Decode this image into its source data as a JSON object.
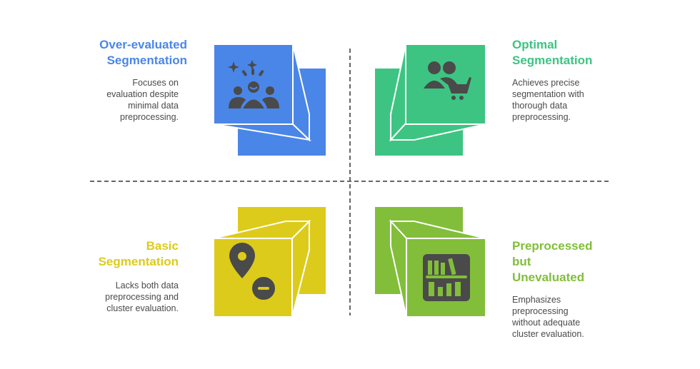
{
  "colors": {
    "blue": "#4A86E8",
    "green": "#3DC482",
    "yellow": "#DDCB1B",
    "lime": "#82BE3A",
    "icon": "#4a4a4a",
    "axis": "#666666"
  },
  "quadrants": {
    "top_left": {
      "title_line1": "Over-evaluated",
      "title_line2": "Segmentation",
      "desc_lines": [
        "Focuses on",
        "evaluation despite",
        "minimal data",
        "preprocessing."
      ],
      "icon": "celebrating-group-icon"
    },
    "top_right": {
      "title_line1": "Optimal",
      "title_line2": "Segmentation",
      "desc_lines": [
        "Achieves precise",
        "segmentation with",
        "thorough data",
        "preprocessing."
      ],
      "icon": "customers-cart-icon"
    },
    "bottom_left": {
      "title_line1": "Basic",
      "title_line2": "Segmentation",
      "desc_lines": [
        "Lacks both data",
        "preprocessing and",
        "cluster evaluation."
      ],
      "icon": "location-minus-icon"
    },
    "bottom_right": {
      "title_line1": "Preprocessed",
      "title_line2": "but",
      "title_line3": "Unevaluated",
      "desc_lines": [
        "Emphasizes",
        "preprocessing",
        "without adequate",
        "cluster evaluation."
      ],
      "icon": "bookshelf-icon"
    }
  }
}
